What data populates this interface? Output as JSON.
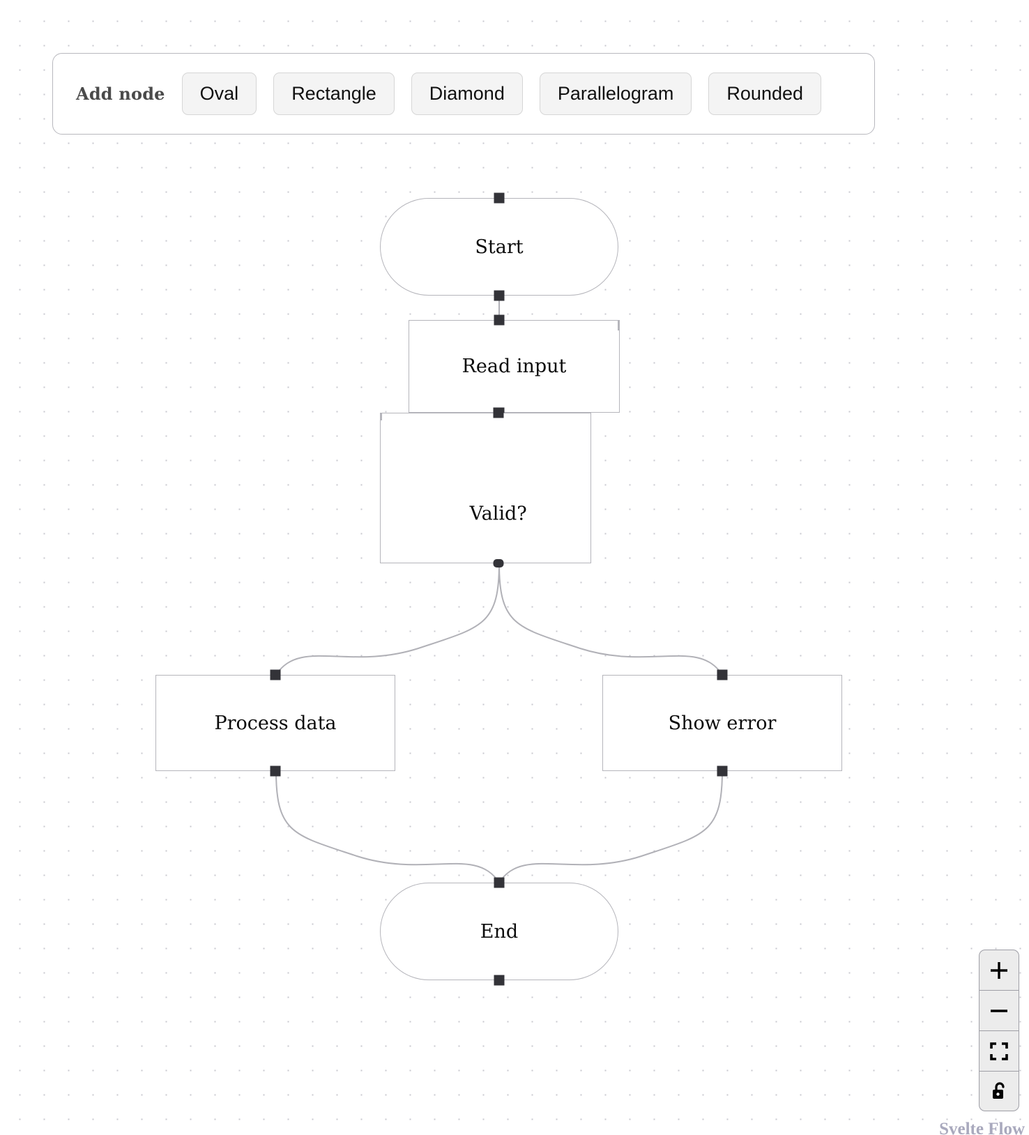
{
  "app": {
    "attribution": "Svelte Flow"
  },
  "toolbar": {
    "label": "Add node",
    "buttons": [
      {
        "name": "add-node-oval-button",
        "label": "Oval"
      },
      {
        "name": "add-node-rectangle-button",
        "label": "Rectangle"
      },
      {
        "name": "add-node-diamond-button",
        "label": "Diamond"
      },
      {
        "name": "add-node-parallelogram-button",
        "label": "Parallelogram"
      },
      {
        "name": "add-node-rounded-button",
        "label": "Rounded"
      }
    ]
  },
  "flow": {
    "nodes": [
      {
        "id": "start",
        "label": "Start",
        "shape": "oval"
      },
      {
        "id": "read-input",
        "label": "Read input",
        "shape": "parallelogram"
      },
      {
        "id": "valid",
        "label": "Valid?",
        "shape": "diamond"
      },
      {
        "id": "process-data",
        "label": "Process data",
        "shape": "rectangle"
      },
      {
        "id": "show-error",
        "label": "Show error",
        "shape": "rectangle"
      },
      {
        "id": "end",
        "label": "End",
        "shape": "oval"
      }
    ],
    "edges": [
      {
        "from": "start",
        "to": "read-input"
      },
      {
        "from": "read-input",
        "to": "valid"
      },
      {
        "from": "valid",
        "to": "process-data"
      },
      {
        "from": "valid",
        "to": "show-error"
      },
      {
        "from": "process-data",
        "to": "end"
      },
      {
        "from": "show-error",
        "to": "end"
      }
    ]
  },
  "controls": {
    "zoom_in": {
      "label": "zoom-in",
      "icon": "plus-icon"
    },
    "zoom_out": {
      "label": "zoom-out",
      "icon": "minus-icon"
    },
    "fit_view": {
      "label": "fit-view",
      "icon": "fit-view-icon"
    },
    "lock": {
      "label": "toggle-interactivity",
      "icon": "unlock-icon"
    }
  },
  "colors": {
    "node_border": "#b5b5bb",
    "edge_stroke": "#b1b1b7",
    "handle": "#333338",
    "dot_grid": "#c8c8cf",
    "panel_border": "#b8b8be",
    "button_bg": "#f4f4f4",
    "control_bg": "#ececec"
  }
}
